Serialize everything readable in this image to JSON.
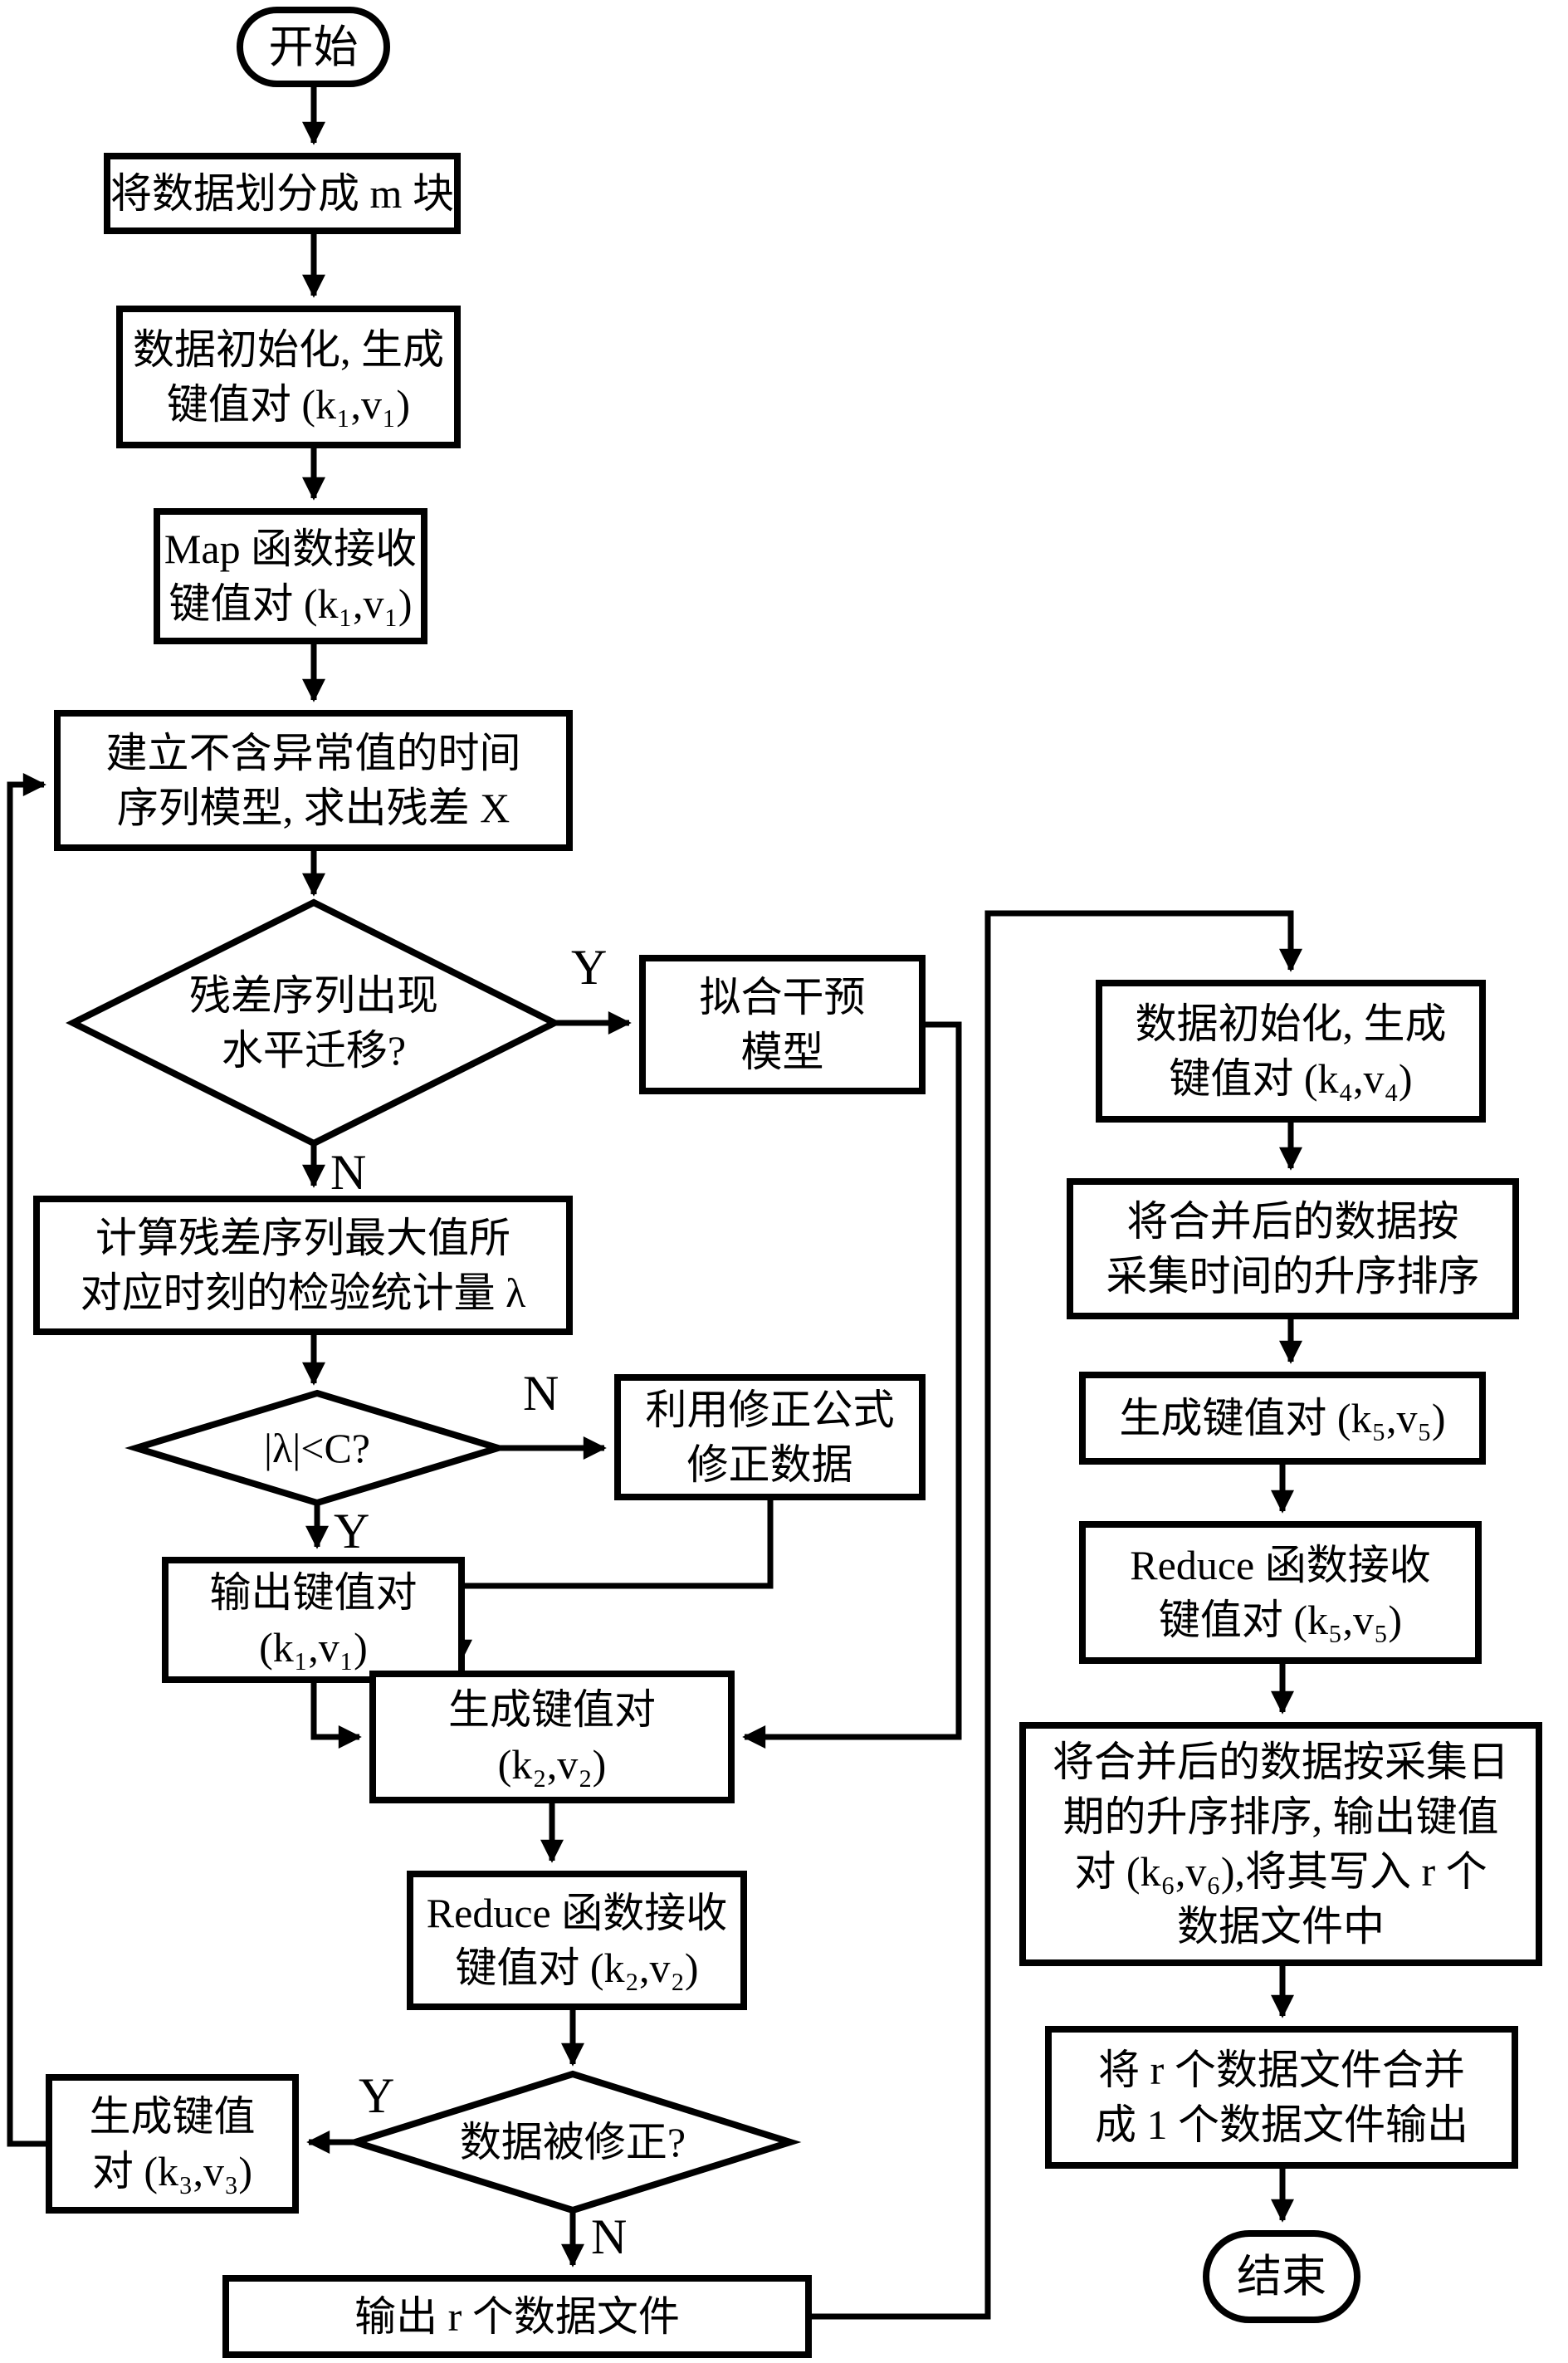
{
  "diagram": {
    "type": "flowchart",
    "language": "zh-CN",
    "colors": {
      "stroke": "#000000",
      "fill": "#ffffff",
      "text": "#000000"
    },
    "nodes": {
      "start": {
        "shape": "terminal",
        "label": "开始"
      },
      "split": {
        "shape": "process",
        "label": "将数据划分成 m 块"
      },
      "init1": {
        "shape": "process",
        "label": "数据初始化, 生成\n键值对 (k₁,v₁)"
      },
      "map1": {
        "shape": "process",
        "label": "Map 函数接收\n键值对 (k₁,v₁)"
      },
      "model": {
        "shape": "process",
        "label": "建立不含异常值的时间\n序列模型, 求出残差 X"
      },
      "shift_q": {
        "shape": "decision",
        "label": "残差序列出现\n水平迁移?"
      },
      "fit": {
        "shape": "process",
        "label": "拟合干预\n模型"
      },
      "calc": {
        "shape": "process",
        "label": "计算残差序列最大值所\n对应时刻的检验统计量 λ"
      },
      "lambda_q": {
        "shape": "decision",
        "label": "|λ|<C?"
      },
      "fix": {
        "shape": "process",
        "label": "利用修正公式\n修正数据"
      },
      "out_kv1": {
        "shape": "process",
        "label": "输出键值对\n(k₁,v₁)"
      },
      "gen_kv2": {
        "shape": "process",
        "label": "生成键值对\n(k₂,v₂)"
      },
      "reduce2": {
        "shape": "process",
        "label": "Reduce 函数接收\n键值对 (k₂,v₂)"
      },
      "corrected_q": {
        "shape": "decision",
        "label": "数据被修正?"
      },
      "gen_kv3": {
        "shape": "process",
        "label": "生成键值\n对 (k₃,v₃)"
      },
      "out_r": {
        "shape": "process",
        "label": "输出 r 个数据文件"
      },
      "init2": {
        "shape": "process",
        "label": "数据初始化, 生成\n键值对 (k₄,v₄)"
      },
      "sort_time": {
        "shape": "process",
        "label": "将合并后的数据按\n采集时间的升序排序"
      },
      "gen_kv5": {
        "shape": "process",
        "label": "生成键值对 (k₅,v₅)"
      },
      "reduce5": {
        "shape": "process",
        "label": "Reduce 函数接收\n键值对 (k₅,v₅)"
      },
      "sort_date": {
        "shape": "process",
        "label": "将合并后的数据按采集日\n期的升序排序, 输出键值\n对 (k₆,v₆),将其写入 r 个\n数据文件中"
      },
      "merge_files": {
        "shape": "process",
        "label": "将 r 个数据文件合并\n成 1 个数据文件输出"
      },
      "end": {
        "shape": "terminal",
        "label": "结束"
      }
    },
    "branch_labels": {
      "shift_yes": "Y",
      "shift_no": "N",
      "lambda_no": "N",
      "lambda_yes": "Y",
      "corrected_yes": "Y",
      "corrected_no": "N"
    },
    "edges": [
      {
        "from": "start",
        "to": "split"
      },
      {
        "from": "split",
        "to": "init1"
      },
      {
        "from": "init1",
        "to": "map1"
      },
      {
        "from": "map1",
        "to": "model"
      },
      {
        "from": "model",
        "to": "shift_q"
      },
      {
        "from": "shift_q",
        "to": "fit",
        "branch": "Y"
      },
      {
        "from": "shift_q",
        "to": "calc",
        "branch": "N"
      },
      {
        "from": "calc",
        "to": "lambda_q"
      },
      {
        "from": "lambda_q",
        "to": "fix",
        "branch": "N"
      },
      {
        "from": "lambda_q",
        "to": "out_kv1",
        "branch": "Y"
      },
      {
        "from": "out_kv1",
        "to": "gen_kv2"
      },
      {
        "from": "fix",
        "to": "gen_kv2"
      },
      {
        "from": "fit",
        "to": "gen_kv2"
      },
      {
        "from": "gen_kv2",
        "to": "reduce2"
      },
      {
        "from": "reduce2",
        "to": "corrected_q"
      },
      {
        "from": "corrected_q",
        "to": "gen_kv3",
        "branch": "Y"
      },
      {
        "from": "gen_kv3",
        "to": "model"
      },
      {
        "from": "corrected_q",
        "to": "out_r",
        "branch": "N"
      },
      {
        "from": "out_r",
        "to": "init2"
      },
      {
        "from": "init2",
        "to": "sort_time"
      },
      {
        "from": "sort_time",
        "to": "gen_kv5"
      },
      {
        "from": "gen_kv5",
        "to": "reduce5"
      },
      {
        "from": "reduce5",
        "to": "sort_date"
      },
      {
        "from": "sort_date",
        "to": "merge_files"
      },
      {
        "from": "merge_files",
        "to": "end"
      }
    ]
  }
}
